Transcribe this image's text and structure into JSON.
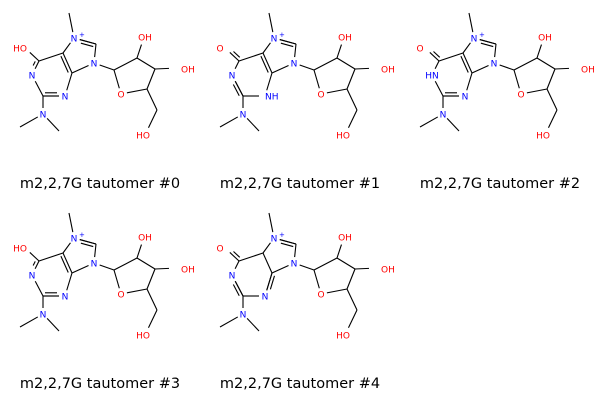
{
  "colors": {
    "carbon": "#000000",
    "nitrogen": "#0000ff",
    "oxygen": "#ff0000"
  },
  "labels": {
    "N": "N",
    "NH": "NH",
    "HN": "HN",
    "Nplus": "N",
    "charge": "+",
    "O": "O",
    "HO": "HO",
    "OH": "OH"
  },
  "molecules": [
    {
      "caption": "m2,2,7G tautomer #0",
      "variant": "enol_a"
    },
    {
      "caption": "m2,2,7G tautomer #1",
      "variant": "keto_nh3"
    },
    {
      "caption": "m2,2,7G tautomer #2",
      "variant": "keto_nh1"
    },
    {
      "caption": "m2,2,7G tautomer #3",
      "variant": "enol_b"
    },
    {
      "caption": "m2,2,7G tautomer #4",
      "variant": "keto_5h"
    }
  ]
}
